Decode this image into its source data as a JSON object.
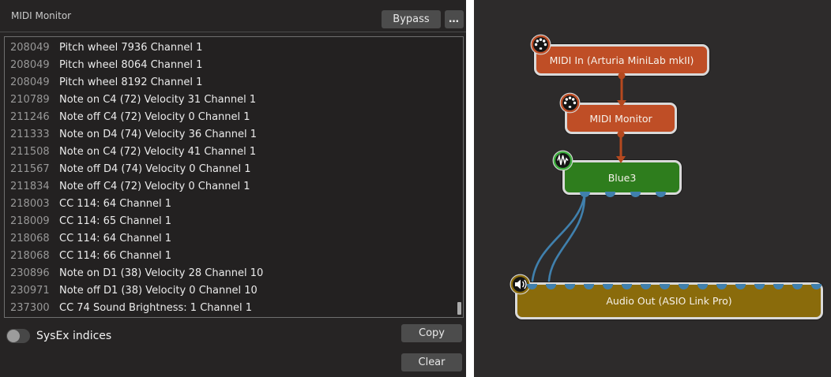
{
  "left_panel": {
    "title": "MIDI Monitor",
    "bypass_button": "Bypass",
    "more_button": "…",
    "log": {
      "rows": [
        {
          "time": "208049",
          "text": "Pitch wheel 7936 Channel 1"
        },
        {
          "time": "208049",
          "text": "Pitch wheel 8064 Channel 1"
        },
        {
          "time": "208049",
          "text": "Pitch wheel 8192 Channel 1"
        },
        {
          "time": "210789",
          "text": "Note on C4 (72) Velocity 31 Channel 1"
        },
        {
          "time": "211246",
          "text": "Note off C4 (72) Velocity 0 Channel 1"
        },
        {
          "time": "211333",
          "text": "Note on D4 (74) Velocity 36 Channel 1"
        },
        {
          "time": "211508",
          "text": "Note on C4 (72) Velocity 41 Channel 1"
        },
        {
          "time": "211567",
          "text": "Note off D4 (74) Velocity 0 Channel 1"
        },
        {
          "time": "211834",
          "text": "Note off C4 (72) Velocity 0 Channel 1"
        },
        {
          "time": "218003",
          "text": "CC 114: 64 Channel 1"
        },
        {
          "time": "218009",
          "text": "CC 114: 65 Channel 1"
        },
        {
          "time": "218068",
          "text": "CC 114: 64 Channel 1"
        },
        {
          "time": "218068",
          "text": "CC 114: 66 Channel 1"
        },
        {
          "time": "230896",
          "text": "Note on D1 (38) Velocity 28 Channel 10"
        },
        {
          "time": "230971",
          "text": "Note off D1 (38) Velocity 0 Channel 10"
        },
        {
          "time": "237300",
          "text": "CC 74 Sound Brightness: 1 Channel 1"
        }
      ]
    },
    "sysex_toggle": {
      "label": "SysEx indices",
      "state": "off"
    },
    "copy_button": "Copy",
    "clear_button": "Clear"
  },
  "graph": {
    "nodes": [
      {
        "id": "midi-in",
        "label": "MIDI In (Arturia MiniLab mkII)",
        "type": "midi-input",
        "icon": "midi-din-icon"
      },
      {
        "id": "midi-monitor",
        "label": "MIDI Monitor",
        "type": "midi-plugin",
        "icon": "midi-din-icon"
      },
      {
        "id": "blue3",
        "label": "Blue3",
        "type": "instrument",
        "icon": "waveform-icon",
        "out_ports": 4
      },
      {
        "id": "audio-out",
        "label": "Audio Out (ASIO Link Pro)",
        "type": "audio-output",
        "icon": "speaker-icon",
        "in_ports": 16
      }
    ],
    "connections": [
      {
        "from": "midi-in",
        "to": "midi-monitor",
        "type": "midi"
      },
      {
        "from": "midi-monitor",
        "to": "blue3",
        "type": "midi"
      },
      {
        "from": "blue3",
        "to": "audio-out",
        "type": "audio",
        "channels": 2
      }
    ],
    "colors": {
      "midi_node": "#bf4e26",
      "instrument_node": "#2e7d1d",
      "audio_node": "#8a6b0b",
      "cable_midi": "#b5491f",
      "cable_audio": "#4080ad",
      "node_border": "#d9d9d9"
    }
  }
}
